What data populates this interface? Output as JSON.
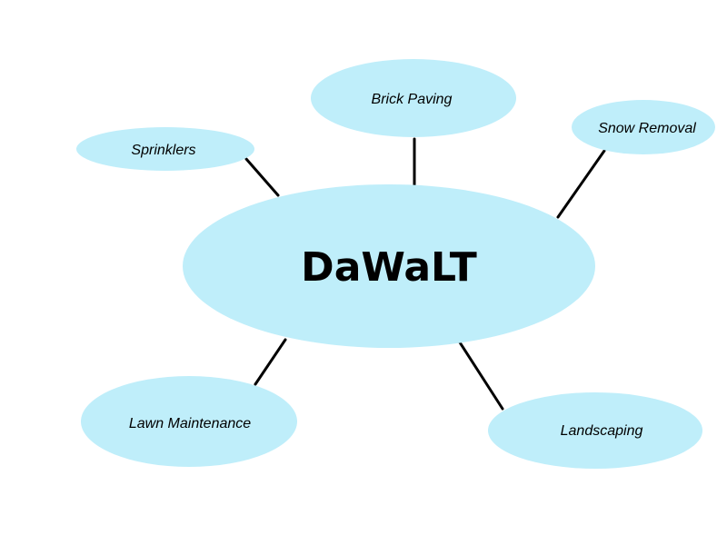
{
  "diagram": {
    "bubble_color": "#bfeefa",
    "line_color": "#000000",
    "center": {
      "label": "DaWaLT"
    },
    "nodes": [
      {
        "id": "sprinklers",
        "label": "Sprinklers"
      },
      {
        "id": "brick-paving",
        "label": "Brick Paving"
      },
      {
        "id": "snow-removal",
        "label": "Snow Removal"
      },
      {
        "id": "lawn-maintenance",
        "label": "Lawn Maintenance"
      },
      {
        "id": "landscaping",
        "label": "Landscaping"
      }
    ]
  }
}
